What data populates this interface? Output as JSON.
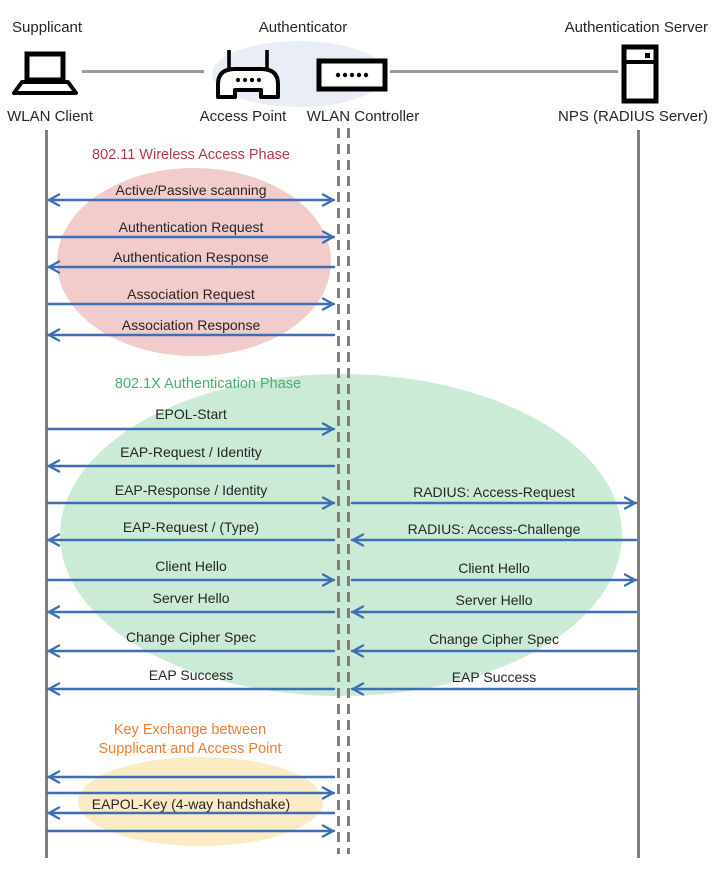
{
  "header": {
    "roles": [
      {
        "label": "Supplicant"
      },
      {
        "label": "Authenticator"
      },
      {
        "label": "Authentication Server"
      }
    ],
    "devices": [
      {
        "icon": "laptop-icon",
        "label": "WLAN Client"
      },
      {
        "icon": "access-point-icon",
        "label": "Access Point"
      },
      {
        "icon": "wlan-controller-icon",
        "label": "WLAN Controller"
      },
      {
        "icon": "server-icon",
        "label": "NPS (RADIUS Server)"
      }
    ]
  },
  "colors": {
    "arrow": "#3C6FB6",
    "lifeline": "#7F7F7F",
    "connector": "#9C9C9C",
    "text": "#262626",
    "phase1_title": "#B23A40",
    "phase1_fill": "#F2CBCB",
    "phase2_title": "#4BAE71",
    "phase2_fill": "#CCEBD7",
    "phase3_title": "#ED7D31",
    "phase3_fill": "#FBEBC4",
    "authenticator_fill": "#E9EDF6"
  },
  "phases": [
    {
      "title": "802.11 Wireless Access Phase",
      "messages": [
        {
          "text": "Active/Passive scanning",
          "direction": "both"
        },
        {
          "text": "Authentication Request",
          "direction": "right"
        },
        {
          "text": "Authentication Response",
          "direction": "left"
        },
        {
          "text": "Association Request",
          "direction": "right"
        },
        {
          "text": "Association Response",
          "direction": "left"
        }
      ]
    },
    {
      "title": "802.1X Authentication Phase",
      "messages": [
        {
          "text": "EPOL-Start",
          "direction": "right"
        },
        {
          "text": "EAP-Request / Identity",
          "direction": "left"
        },
        {
          "text": "EAP-Response / Identity",
          "direction": "right",
          "radius": {
            "text": "RADIUS: Access-Request",
            "direction": "right"
          }
        },
        {
          "text": "EAP-Request / (Type)",
          "direction": "left",
          "radius": {
            "text": "RADIUS: Access-Challenge",
            "direction": "left"
          }
        },
        {
          "text": "Client Hello",
          "direction": "right",
          "radius": {
            "text": "Client Hello",
            "direction": "right"
          }
        },
        {
          "text": "Server Hello",
          "direction": "left",
          "radius": {
            "text": "Server Hello",
            "direction": "left"
          }
        },
        {
          "text": "Change Cipher Spec",
          "direction": "left",
          "radius": {
            "text": "Change Cipher Spec",
            "direction": "left"
          }
        },
        {
          "text": "EAP Success",
          "direction": "left",
          "radius": {
            "text": "EAP Success",
            "direction": "left"
          }
        }
      ]
    },
    {
      "title_lines": [
        "Key Exchange between",
        "Supplicant and Access Point"
      ],
      "messages": [
        {
          "text": "",
          "direction": "left"
        },
        {
          "text": "",
          "direction": "right"
        },
        {
          "text": "EAPOL-Key (4-way handshake)",
          "direction": "left"
        },
        {
          "text": "",
          "direction": "right"
        }
      ]
    }
  ]
}
